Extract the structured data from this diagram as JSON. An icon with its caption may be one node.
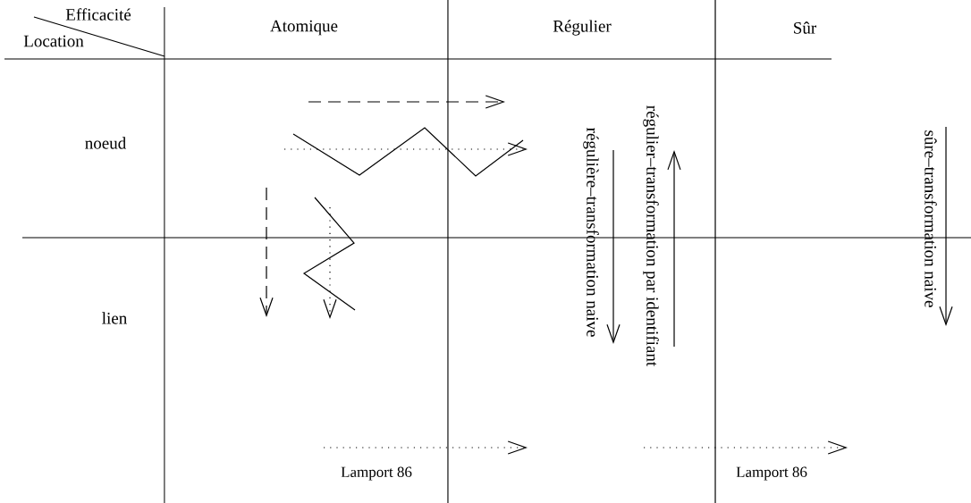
{
  "diagram": {
    "labels": [
      "Efficacité",
      "Location",
      "Atomique",
      "Régulier",
      "Sûr",
      "noeud",
      "lien",
      "régulière–transformation naive",
      "régulier–transformation par identifiant",
      "sûre–transformation naive",
      "Lamport 86",
      "Lamport 86"
    ]
  }
}
